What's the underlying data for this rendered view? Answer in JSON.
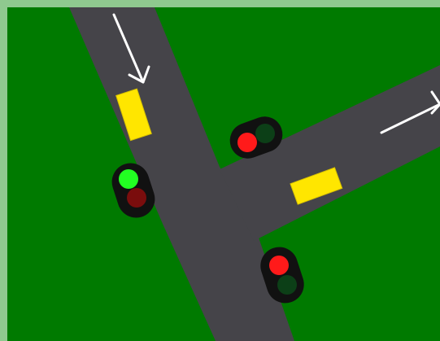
{
  "scene": {
    "type": "traffic-intersection-game",
    "colors": {
      "border": "#8fc98f",
      "grass": "#007a00",
      "road": "#454449",
      "lane_arrow": "#ffffff",
      "car": "#ffe600",
      "car_outline": "#d6c000",
      "signal_housing": "#111111",
      "signal_red_on": "#ff1a1a",
      "signal_red_off": "#7a0d0d",
      "signal_green_on": "#22ff22",
      "signal_green_off": "#0c3f17"
    },
    "roads": [
      {
        "name": "north-south-road",
        "direction": "southbound",
        "arrow": "down"
      },
      {
        "name": "east-west-road",
        "direction": "eastbound",
        "arrow": "right"
      }
    ],
    "cars": [
      {
        "name": "car-northbound-lane",
        "color": "yellow"
      },
      {
        "name": "car-east-road",
        "color": "yellow"
      }
    ],
    "signals": [
      {
        "name": "traffic-light-west",
        "state": "green"
      },
      {
        "name": "traffic-light-north",
        "state": "red"
      },
      {
        "name": "traffic-light-south",
        "state": "red"
      }
    ]
  }
}
